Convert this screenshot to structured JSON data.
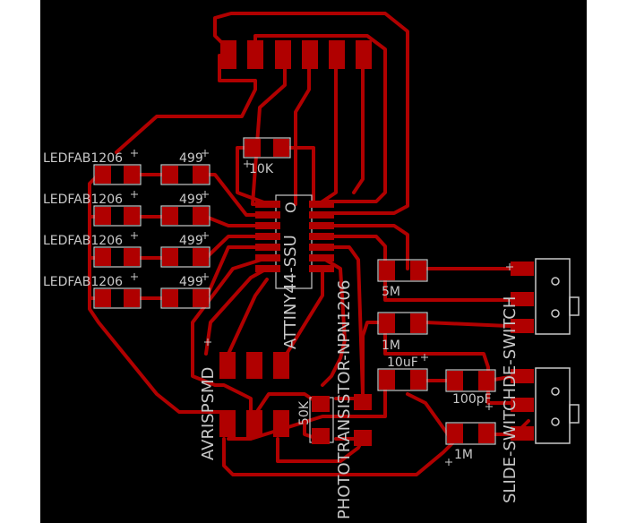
{
  "labels": {
    "led1": "LEDFAB1206",
    "led2": "LEDFAB1206",
    "led3": "LEDFAB1206",
    "led4": "LEDFAB1206",
    "r499_1": "499",
    "r499_2": "499",
    "r499_3": "499",
    "r499_4": "499",
    "r10k": "10K",
    "mcu": "ATTINY44-SSU",
    "mcu_o": "O",
    "phototransistor": "PHOTOTRANSISTOR-NPN1206",
    "r5m": "5M",
    "r1m_a": "1M",
    "c10uf": "10uF",
    "c100pf": "100pF",
    "r1m_b": "1M",
    "r50k": "50K",
    "isp": "AVRISPSMD",
    "switch": "SLIDE-SWITCHDE-SWITCH"
  },
  "colors": {
    "background": "#000000",
    "copper": "#b00000",
    "silkscreen": "#c8c8c8",
    "page": "#ffffff"
  }
}
